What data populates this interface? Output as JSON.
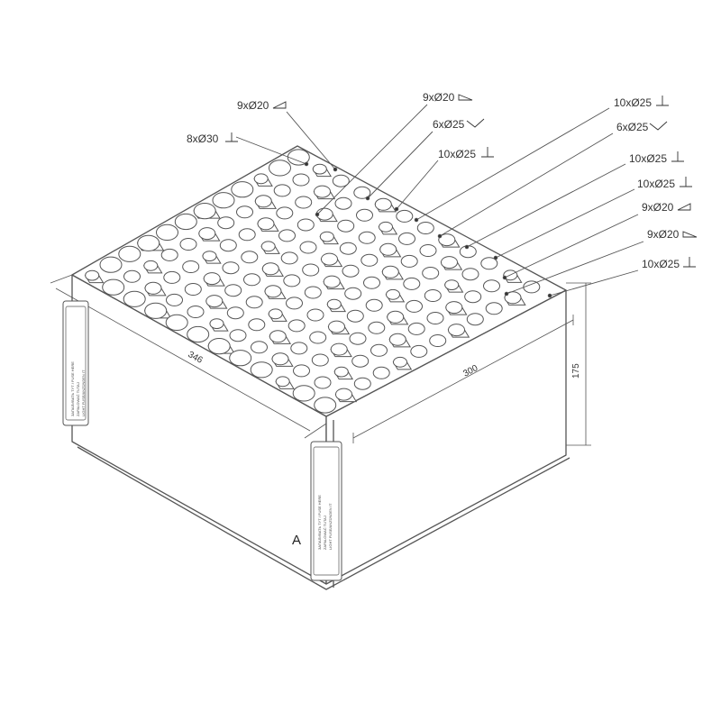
{
  "drawing": {
    "stroke_color": "#555555",
    "background": "#ffffff",
    "callouts": [
      {
        "text": "9xØ20",
        "symbol": "angle-left"
      },
      {
        "text": "8xØ30",
        "symbol": "perpendicular"
      },
      {
        "text": "9xØ20",
        "symbol": "angle-right"
      },
      {
        "text": "6xØ25",
        "symbol": "v-shape"
      },
      {
        "text": "10xØ25",
        "symbol": "perpendicular"
      },
      {
        "text": "10xØ25",
        "symbol": "perpendicular"
      },
      {
        "text": "6xØ25",
        "symbol": "v-shape"
      },
      {
        "text": "10xØ25",
        "symbol": "perpendicular"
      },
      {
        "text": "10xØ25",
        "symbol": "perpendicular"
      },
      {
        "text": "9xØ20",
        "symbol": "angle-left"
      },
      {
        "text": "9xØ20",
        "symbol": "angle-right"
      },
      {
        "text": "10xØ25",
        "symbol": "perpendicular"
      }
    ],
    "dimensions": {
      "width": "346",
      "depth": "300",
      "height": "175"
    },
    "view_marker": "A",
    "fuse_label_lines": [
      "ЗАПАЛИВАТЬ ТУТ / FUSE HERE",
      "ZAPALOWAĆ TUTAJ",
      "LIGHT FUSE/ANZÜNDEN IT"
    ]
  }
}
